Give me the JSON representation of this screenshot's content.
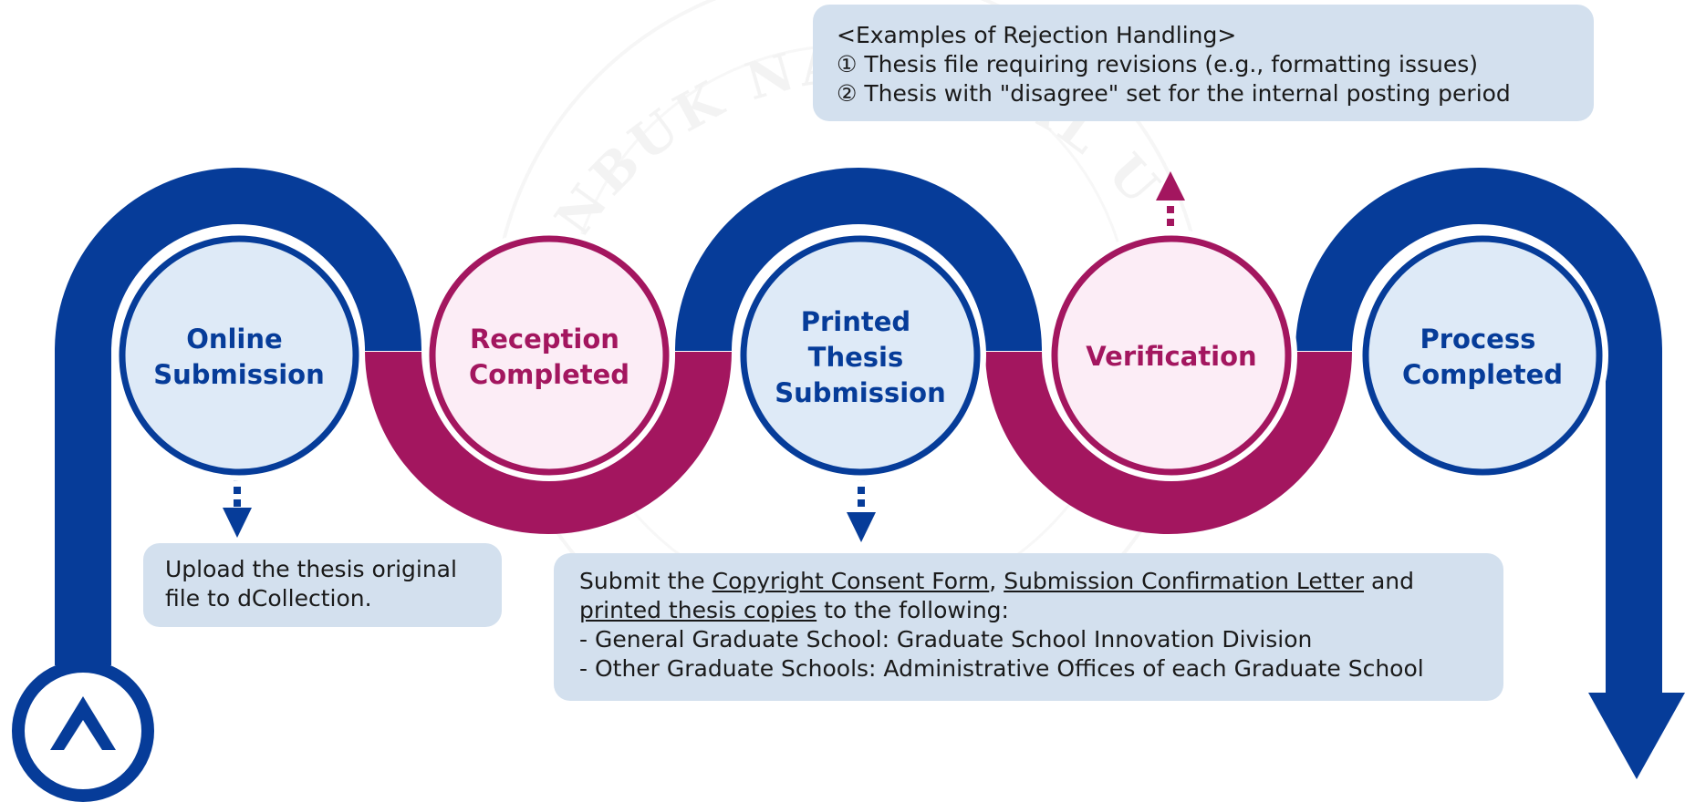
{
  "colors": {
    "navy": "#063c99",
    "crimson": "#a3165f",
    "blue_fill": "#deeaf7",
    "pink_fill": "#fcedf6",
    "box_fill": "#d3e0ee",
    "watermark": "#eeeeee"
  },
  "stages": [
    {
      "id": "online-submission",
      "lines": [
        "Online",
        "Submission"
      ],
      "color": "navy"
    },
    {
      "id": "reception-completed",
      "lines": [
        "Reception",
        "Completed"
      ],
      "color": "crimson"
    },
    {
      "id": "printed-thesis-submission",
      "lines": [
        "Printed",
        "Thesis",
        "Submission"
      ],
      "color": "navy"
    },
    {
      "id": "verification",
      "lines": [
        "Verification"
      ],
      "color": "crimson"
    },
    {
      "id": "process-completed",
      "lines": [
        "Process",
        "Completed"
      ],
      "color": "navy"
    }
  ],
  "rejection_box": {
    "title": "<Examples of Rejection Handling>",
    "item1": "① Thesis file requiring revisions (e.g., formatting issues)",
    "item2": "② Thesis with \"disagree\" set for the internal posting period"
  },
  "upload_box": {
    "line1": "Upload the thesis original",
    "line2": "file to dCollection."
  },
  "submit_box": {
    "line1_pre": "Submit the ",
    "form1": "Copyright Consent Form",
    "comma": ", ",
    "form2": "Submission Confirmation Letter",
    "line1_post": " and",
    "form3": "printed thesis copies",
    "line2_post": " to the following:",
    "line3": "- General Graduate School: Graduate School Innovation Division",
    "line4": "- Other Graduate Schools: Administrative Offices of each Graduate School"
  },
  "start_icon": "caret-up-icon",
  "end_icon": "arrow-down-icon",
  "watermark_text": "JEONBUK NATIONAL UNIVERSITY"
}
